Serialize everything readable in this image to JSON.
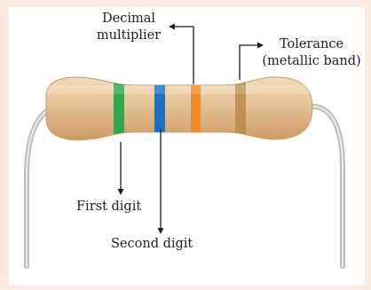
{
  "labels": {
    "decimal_multiplier_line1": "Decimal",
    "decimal_multiplier_line2": "multiplier",
    "tolerance_line1": "Tolerance",
    "tolerance_line2": "(metallic band)",
    "first_digit": "First digit",
    "second_digit": "Second digit"
  },
  "bands": [
    {
      "name": "first-digit-band",
      "color": "#2fa84f"
    },
    {
      "name": "second-digit-band",
      "color": "#1f6fc0"
    },
    {
      "name": "decimal-multiplier-band",
      "color": "#f08a2a"
    },
    {
      "name": "tolerance-band",
      "color": "#b88a4a"
    }
  ],
  "colors": {
    "background": "#fbe9e0",
    "panel": "#ffffff",
    "resistor_body": "#e6c497",
    "lead_wire": "#c9c9c9",
    "arrow": "#1e1e1e"
  }
}
